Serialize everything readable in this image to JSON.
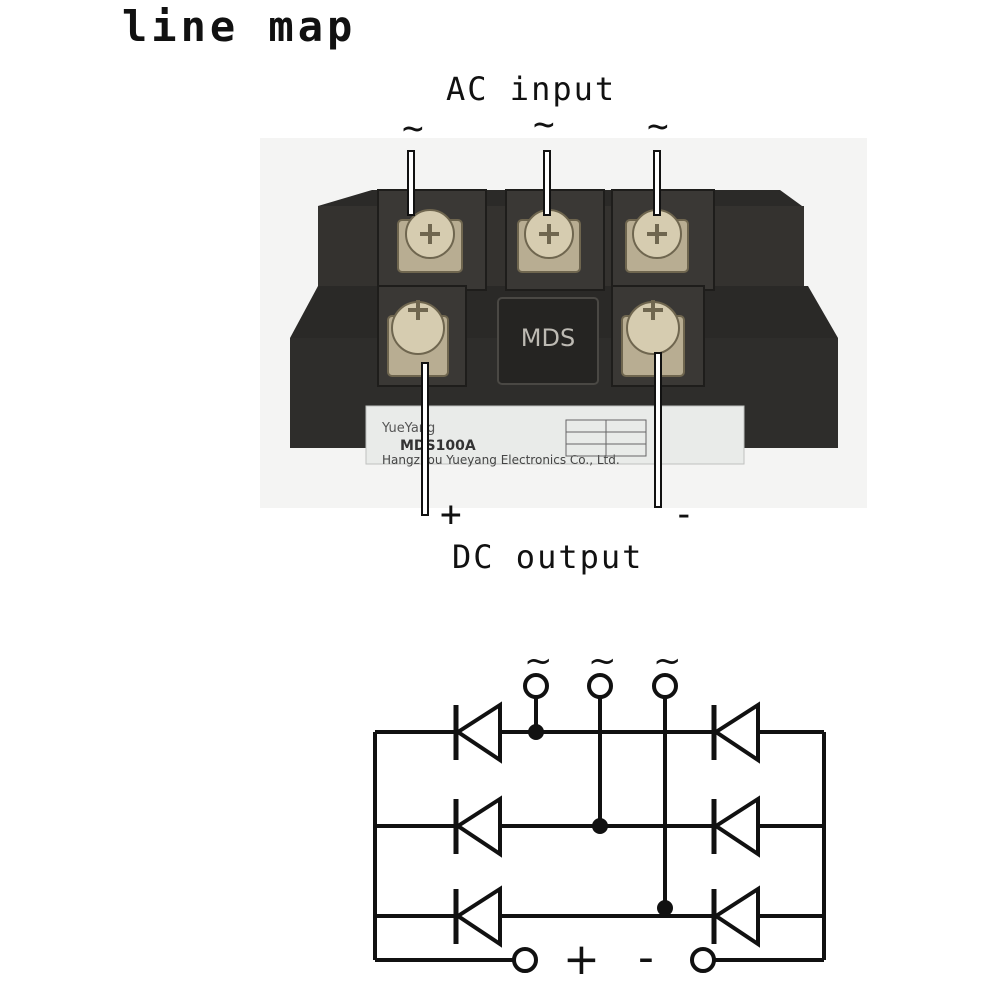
{
  "title": "line map",
  "ac_label": "AC input",
  "dc_label": "DC output",
  "tilde": "~",
  "plus": "+",
  "minus": "-",
  "module": {
    "brand": "YueYang",
    "model": "MDS100A",
    "maker": "Hangzhou Yueyang Electronics Co., Ltd.",
    "center_mark": "MDS"
  },
  "schematic": {
    "tilde": "~",
    "plus": "+",
    "minus": "-"
  },
  "colors": {
    "ink": "#111111",
    "module_body": "#2b2a28",
    "terminal": "#b8ad92",
    "label_plate": "#e9ebe9"
  }
}
